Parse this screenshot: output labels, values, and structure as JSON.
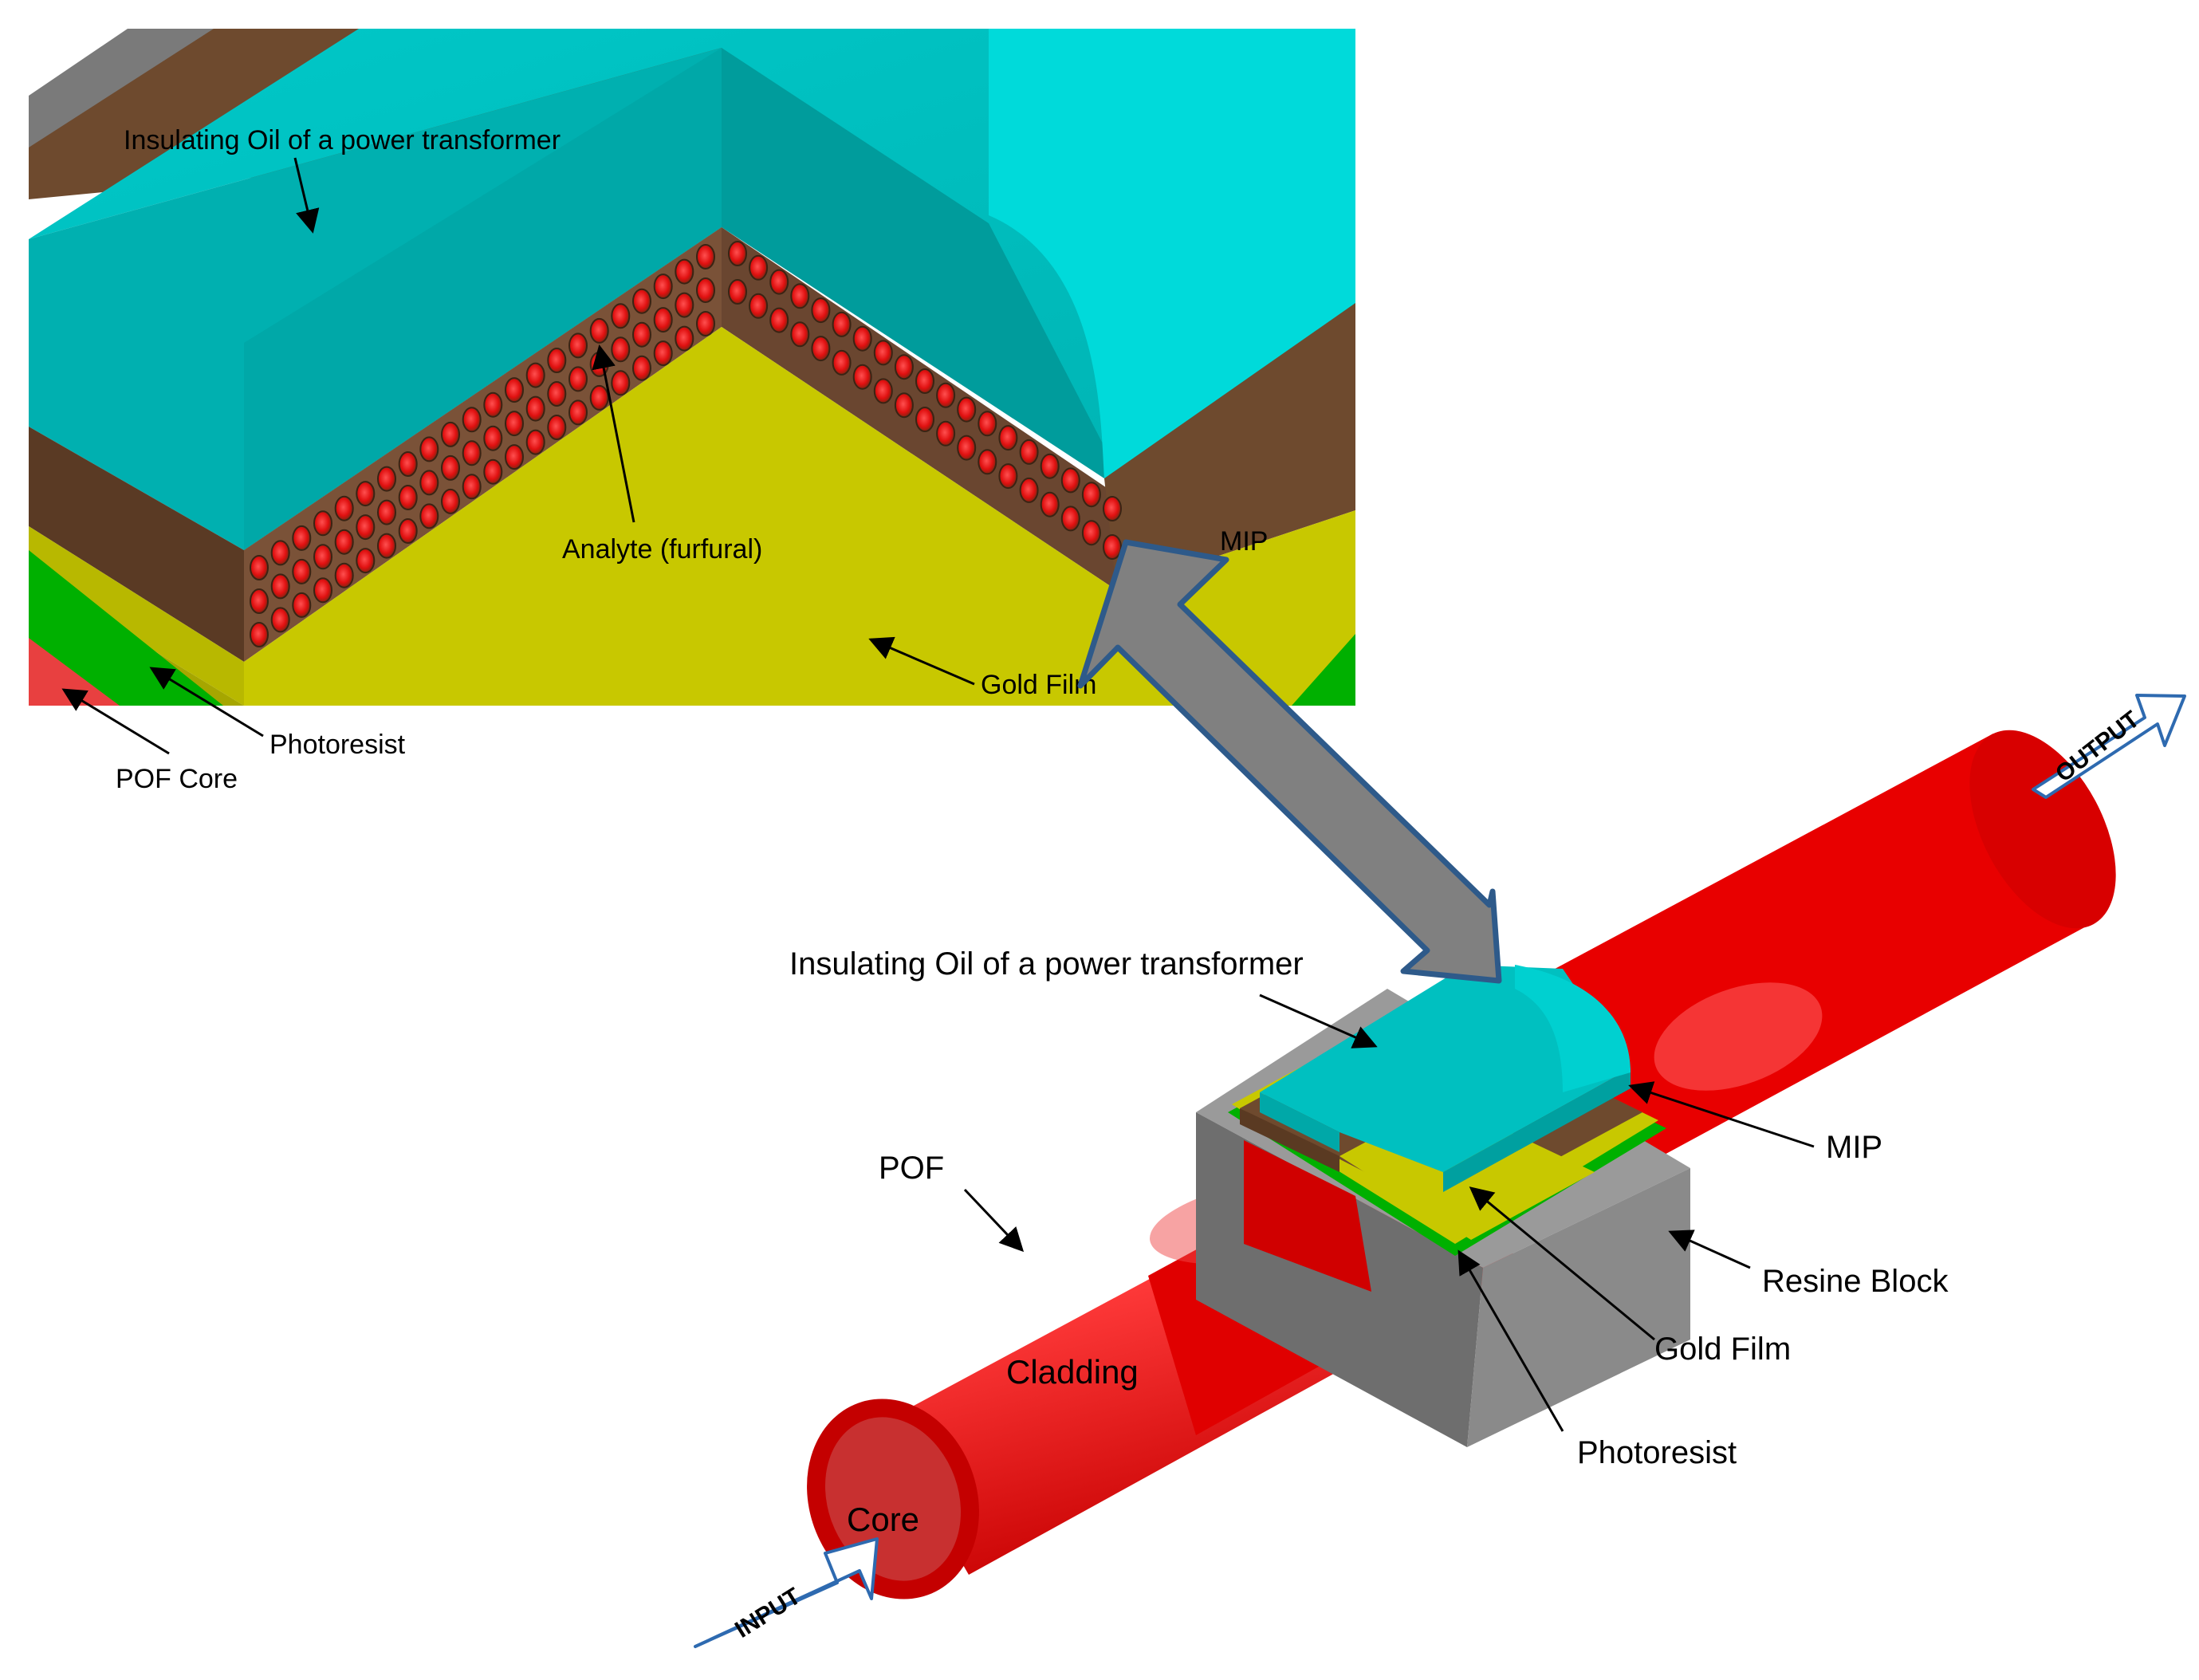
{
  "diagram": {
    "inset_labels": {
      "oil": "Insulating Oil  of a power transformer",
      "analyte": "Analyte  (furfural)",
      "mip": "MIP",
      "gold": "Gold Film",
      "photoresist": "Photoresist",
      "pof_core": "POF Core"
    },
    "sensor_labels": {
      "oil": "Insulating Oil  of a power transformer",
      "mip": "MIP",
      "resine_block": "Resine Block",
      "gold": "Gold Film",
      "photoresist": "Photoresist",
      "pof": "POF",
      "cladding": "Cladding",
      "core": "Core"
    },
    "arrow_tags": {
      "input": "INPUT",
      "output": "OUTPUT"
    }
  },
  "colors": {
    "oil": "#00b8b8",
    "mip": "#6e4a2e",
    "gold": "#c8c800",
    "photoresist": "#00b000",
    "pof_core": "#e84040",
    "cladding": "#e00000",
    "resine_block": "#8a8a8a",
    "analyte_dot": "#ff2020",
    "arrow": "#808080",
    "arrow_outline": "#2e5a8a"
  }
}
